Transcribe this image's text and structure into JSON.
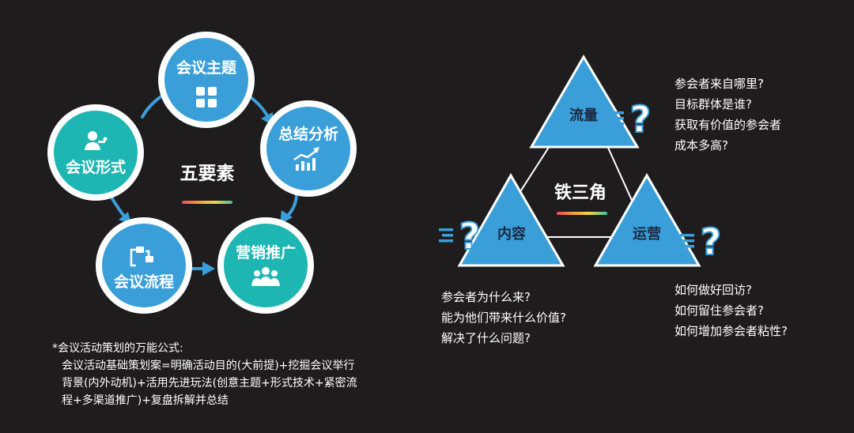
{
  "five_elements": {
    "center_title": "五要素",
    "nodes": [
      {
        "label": "会议主题",
        "icon": "grid-icon",
        "color": "#3a9fd9"
      },
      {
        "label": "总结分析",
        "icon": "growth-chart-icon",
        "color": "#3a9fd9"
      },
      {
        "label": "营销推广",
        "icon": "team-icon",
        "color": "#1eb6b2"
      },
      {
        "label": "会议流程",
        "icon": "flowchart-icon",
        "color": "#3a9fd9"
      },
      {
        "label": "会议形式",
        "icon": "speaker-icon",
        "color": "#1eb6b2"
      }
    ]
  },
  "iron_triangle": {
    "center_title": "铁三角",
    "triangle_color": "#3a9fd9",
    "nodes": [
      {
        "label": "流量",
        "questions": [
          "参会者来自哪里?",
          "目标群体是谁?",
          "获取有价值的参会者",
          "成本多高?"
        ]
      },
      {
        "label": "内容",
        "questions": [
          "参会者为什么来?",
          "能为他们带来什么价值?",
          "解决了什么问题?"
        ]
      },
      {
        "label": "运营",
        "questions": [
          "如何做好回访?",
          "如何留住参会者?",
          "如何增加参会者粘性?"
        ]
      }
    ]
  },
  "formula": {
    "title": "*会议活动策划的万能公式:",
    "lines": [
      "会议活动基础策划案=明确活动目的(大前提)+挖掘会议举行",
      "背景(内外动机)+活用先进玩法(创意主题+形式技术+紧密流",
      "程+多渠道推广)+复盘拆解并总结"
    ]
  }
}
